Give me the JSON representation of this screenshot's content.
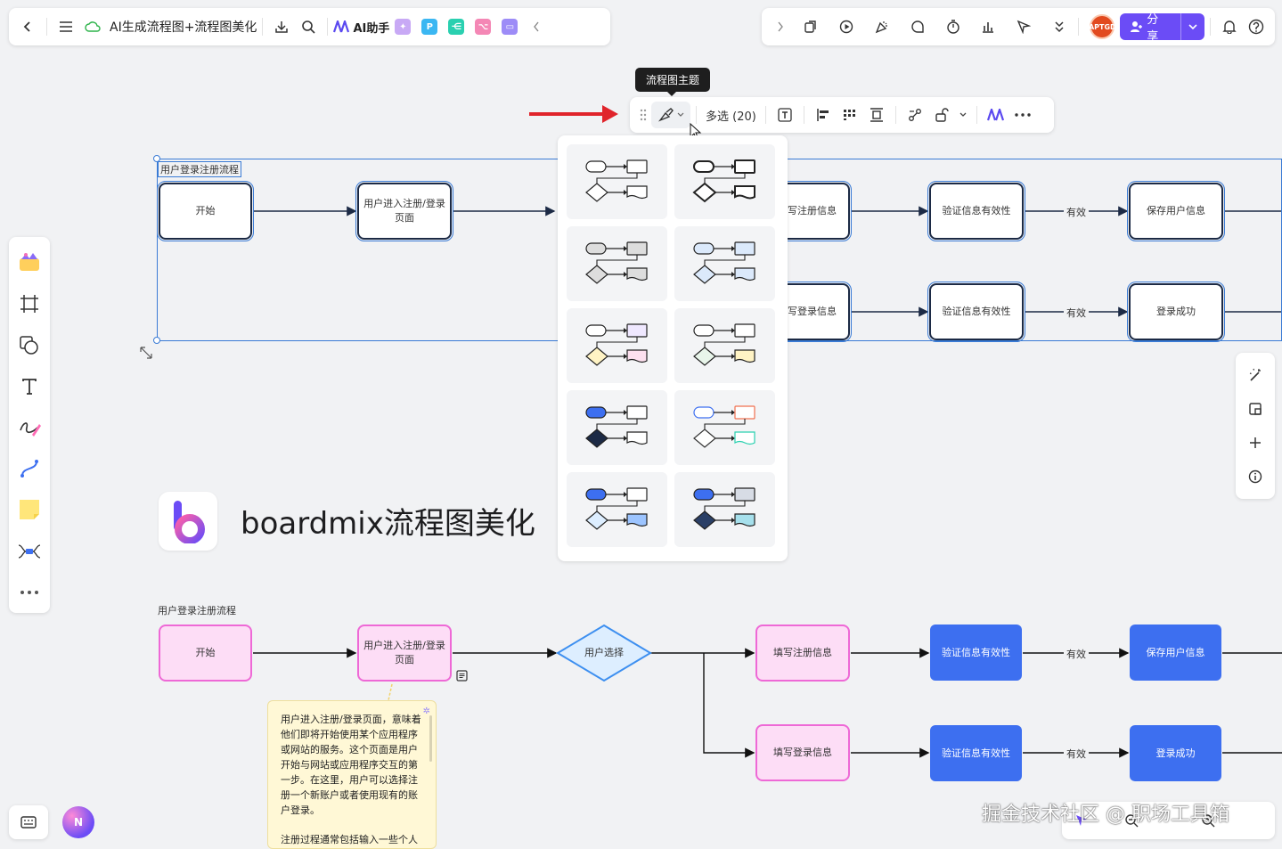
{
  "header": {
    "doc_title": "AI生成流程图+流程图美化",
    "ai_assistant": "AI助手",
    "share_label": "分享",
    "avatar_text": "APTGD"
  },
  "toolbar": {
    "tooltip": "流程图主题",
    "multi_select": "多选 (20)"
  },
  "canvas": {
    "frame_top_title": "用户登录注册流程",
    "frame_bottom_title": "用户登录注册流程",
    "brand_title": "boardmix流程图美化",
    "top_nodes": [
      "开始",
      "用户进入注册/登录页面",
      "写注册信息",
      "验证信息有效性",
      "保存用户信息",
      "写登录信息",
      "验证信息有效性",
      "登录成功"
    ],
    "bottom_nodes": [
      "开始",
      "用户进入注册/登录页面",
      "用户选择",
      "填写注册信息",
      "验证信息有效性",
      "保存用户信息",
      "填写登录信息",
      "验证信息有效性",
      "登录成功"
    ],
    "edge_label": "有效",
    "note_text_1": "用户进入注册/登录页面，意味着他们即将开始使用某个应用程序或网站的服务。这个页面是用户开始与网站或应用程序交互的第一步。在这里，用户可以选择注册一个新账户或者使用现有的账户登录。",
    "note_text_2": "注册过程通常包括输入一些个人"
  },
  "watermark": "掘金技术社区 @ 职场工具箱",
  "colors": {
    "accent": "#6b4cf6",
    "selection": "#3a7bd5",
    "pink_node": "#fdddf6",
    "blue_node": "#3d6ff0",
    "arrow_red": "#e0242b"
  }
}
